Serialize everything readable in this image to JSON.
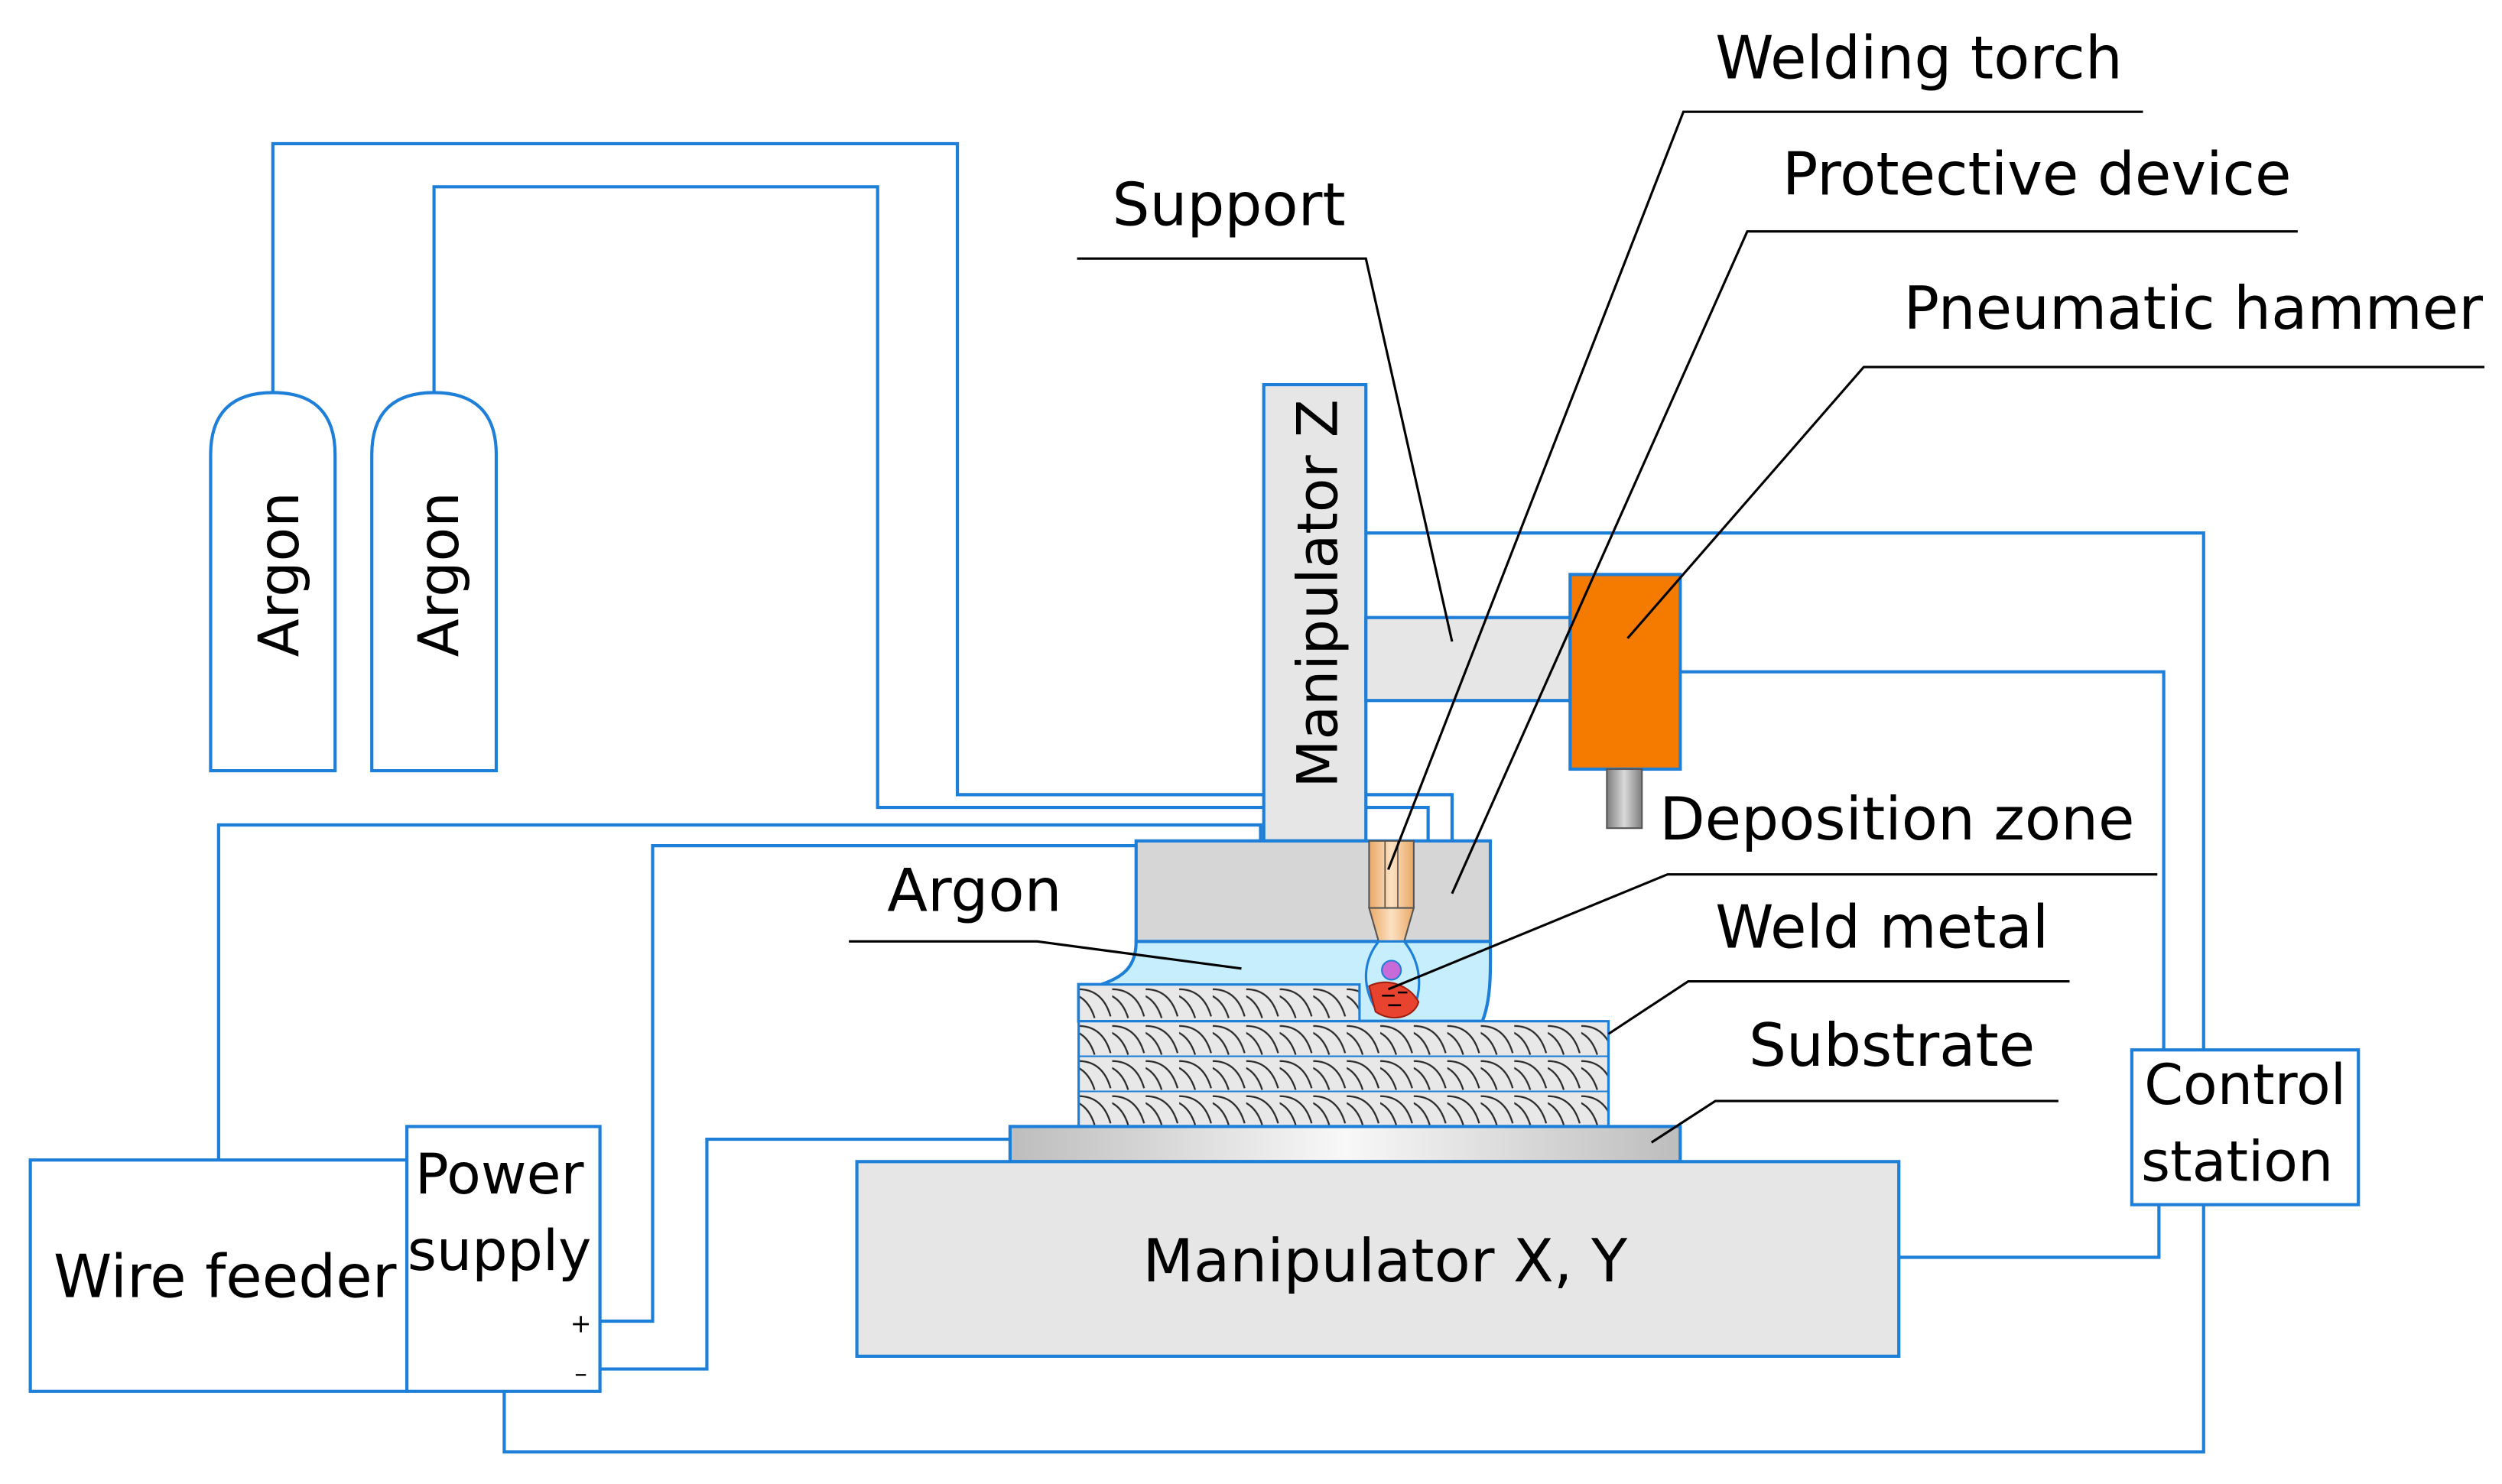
{
  "labels": {
    "welding_torch": "Welding torch",
    "protective_device": "Protective device",
    "support": "Support",
    "pneumatic_hammer": "Pneumatic hammer",
    "deposition_zone": "Deposition zone",
    "argon_zone": "Argon",
    "weld_metal": "Weld metal",
    "substrate": "Substrate",
    "manipulator_z": "Manipulator Z",
    "manipulator_xy": "Manipulator X, Y",
    "control_station_line1": "Control",
    "control_station_line2": "station",
    "power_supply_line1": "Power",
    "power_supply_line2": "supply",
    "plus": "+",
    "minus": "–",
    "wire_feeder": "Wire feeder",
    "argon_cylinder_1": "Argon",
    "argon_cylinder_2": "Argon"
  },
  "colors": {
    "line": "#1e7fd8",
    "box_fill": "#e6e6e6",
    "hammer": "#f47b00",
    "torch": "#f5c79a",
    "argon_fill": "#c6eefc",
    "weld_pool": "#e8432f",
    "arc": "#c86ad8",
    "leader": "#000000"
  }
}
